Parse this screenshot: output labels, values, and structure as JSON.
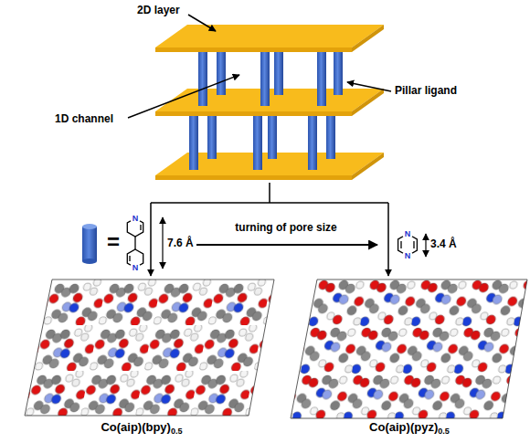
{
  "diagram": {
    "labels": [
      "2D layer",
      "Pillar ligand",
      "1D channel",
      "=",
      "N",
      "N",
      "7.6 Å",
      "turning of pore size",
      "N",
      "N",
      "3.4 Å",
      "Co(aip)(bpy)0.5",
      "Co(aip)(pyz)0.5"
    ]
  }
}
